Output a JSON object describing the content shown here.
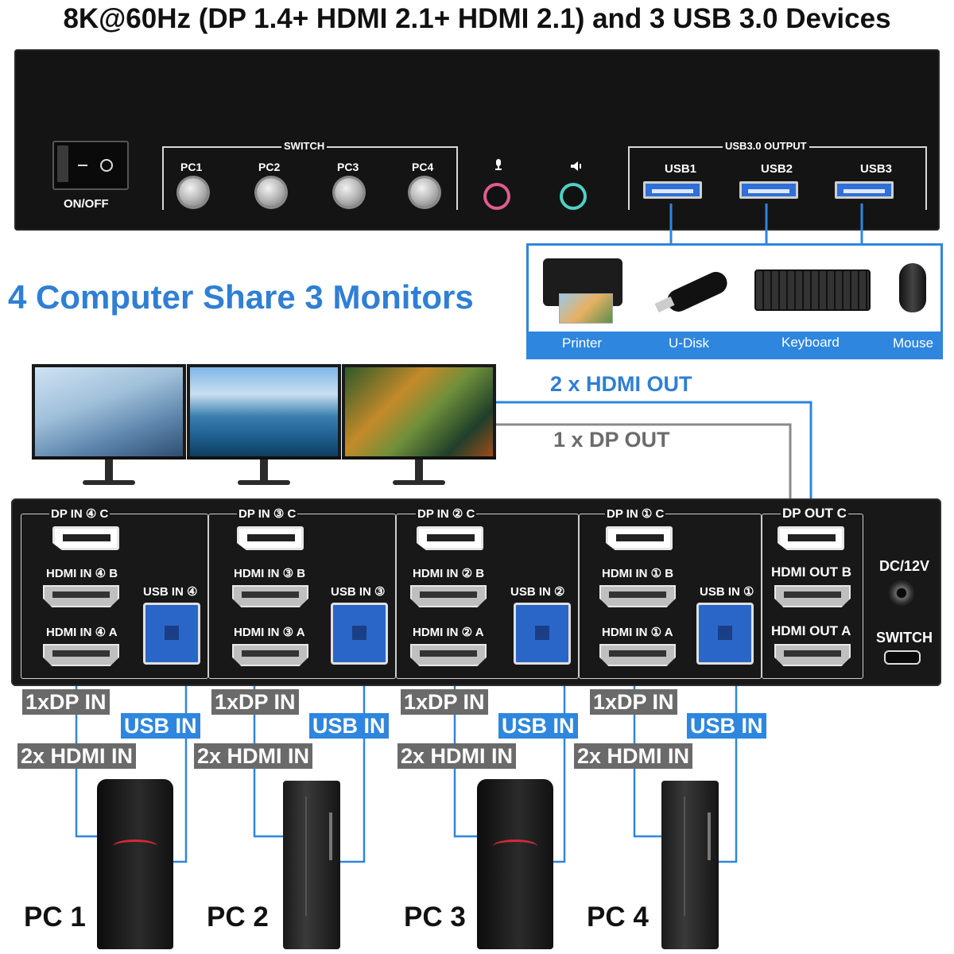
{
  "title": "8K@60Hz (DP 1.4+ HDMI 2.1+ HDMI 2.1) and 3 USB 3.0 Devices",
  "front": {
    "power_label": "ON/OFF",
    "switch_group": "SWITCH",
    "pc_buttons": [
      "PC1",
      "PC2",
      "PC3",
      "PC4"
    ],
    "usb_group": "USB3.0 OUTPUT",
    "usb_ports": [
      "USB1",
      "USB2",
      "USB3"
    ]
  },
  "headline": "4 Computer Share 3 Monitors",
  "devices": [
    "Printer",
    "U-Disk",
    "Keyboard",
    "Mouse"
  ],
  "outputs": {
    "hdmi_out": "2 x HDMI OUT",
    "dp_out": "1 x DP OUT"
  },
  "rear": {
    "sections": [
      {
        "dp": "DP IN ④ C",
        "hdmi_b": "HDMI IN ④ B",
        "hdmi_a": "HDMI IN ④ A",
        "usb": "USB IN ④"
      },
      {
        "dp": "DP IN ③ C",
        "hdmi_b": "HDMI IN ③ B",
        "hdmi_a": "HDMI IN ③ A",
        "usb": "USB IN ③"
      },
      {
        "dp": "DP IN ② C",
        "hdmi_b": "HDMI IN ② B",
        "hdmi_a": "HDMI IN ② A",
        "usb": "USB IN ②"
      },
      {
        "dp": "DP IN ① C",
        "hdmi_b": "HDMI IN ① B",
        "hdmi_a": "HDMI IN ① A",
        "usb": "USB IN ①"
      }
    ],
    "out_section": {
      "dp": "DP OUT C",
      "hdmi_b": "HDMI OUT B",
      "hdmi_a": "HDMI OUT A"
    },
    "dc_label": "DC/12V",
    "switch_label": "SWITCH"
  },
  "cables": {
    "dp_in": "1xDP IN",
    "usb_in": "USB IN",
    "hdmi_in": "2x HDMI IN"
  },
  "pcs": [
    "PC 1",
    "PC 2",
    "PC 3",
    "PC 4"
  ],
  "colors": {
    "accent_blue": "#2e86de",
    "headline_blue": "#2f7fd4",
    "tag_grey": "#6a6a6a",
    "panel": "#141414"
  }
}
